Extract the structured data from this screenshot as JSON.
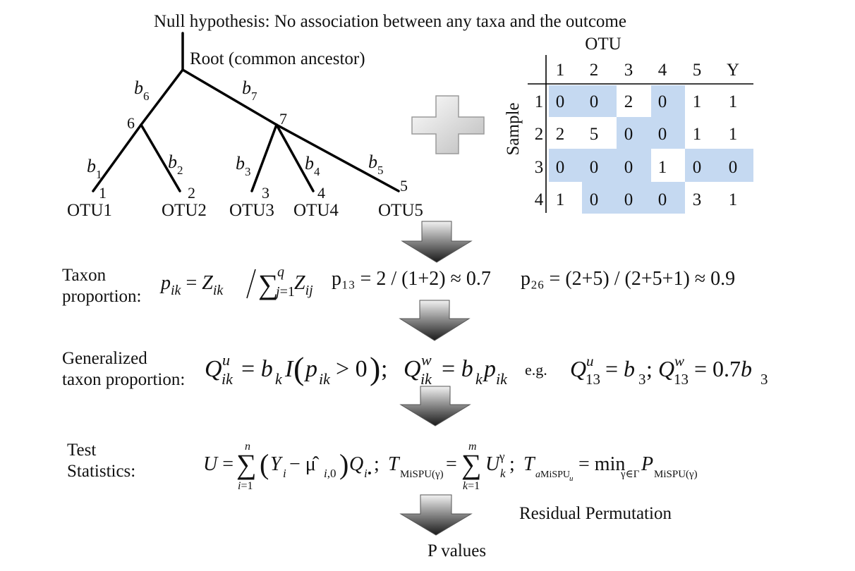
{
  "title": "Null hypothesis: No association between any taxa and the outcome",
  "tree": {
    "root_label": "Root (common ancestor)",
    "branches": [
      {
        "b": "b",
        "sub": "6"
      },
      {
        "b": "b",
        "sub": "7"
      },
      {
        "b": "b",
        "sub": "1"
      },
      {
        "b": "b",
        "sub": "2"
      },
      {
        "b": "b",
        "sub": "3"
      },
      {
        "b": "b",
        "sub": "4"
      },
      {
        "b": "b",
        "sub": "5"
      }
    ],
    "internal_nodes": [
      "6",
      "7"
    ],
    "leaf_numbers": [
      "1",
      "2",
      "3",
      "4",
      "5"
    ],
    "leaves": [
      "OTU1",
      "OTU2",
      "OTU3",
      "OTU4",
      "OTU5"
    ]
  },
  "table": {
    "title": "OTU",
    "row_axis": "Sample",
    "col_headers": [
      "1",
      "2",
      "3",
      "4",
      "5",
      "Y"
    ],
    "row_headers": [
      "1",
      "2",
      "3",
      "4"
    ],
    "cells": [
      [
        "0",
        "0",
        "2",
        "0",
        "1",
        "1"
      ],
      [
        "2",
        "5",
        "0",
        "0",
        "1",
        "1"
      ],
      [
        "0",
        "0",
        "0",
        "1",
        "0",
        "0"
      ],
      [
        "1",
        "0",
        "0",
        "0",
        "3",
        "1"
      ]
    ],
    "highlight_color": "#c5d9f1"
  },
  "steps": {
    "taxon_label": [
      "Taxon",
      "proportion:"
    ],
    "gen_label": [
      "Generalized",
      "taxon proportion:"
    ],
    "test_label": [
      "Test",
      "Statistics:"
    ],
    "residual_label": "Residual Permutation",
    "pvalues_label": "P values"
  },
  "formulas": {
    "ex1": "p₁₃ = 2 / (1+2) ≈ 0.7",
    "ex2": "p₂₆ = (2+5) / (2+5+1) ≈ 0.9",
    "eg": "e.g."
  }
}
